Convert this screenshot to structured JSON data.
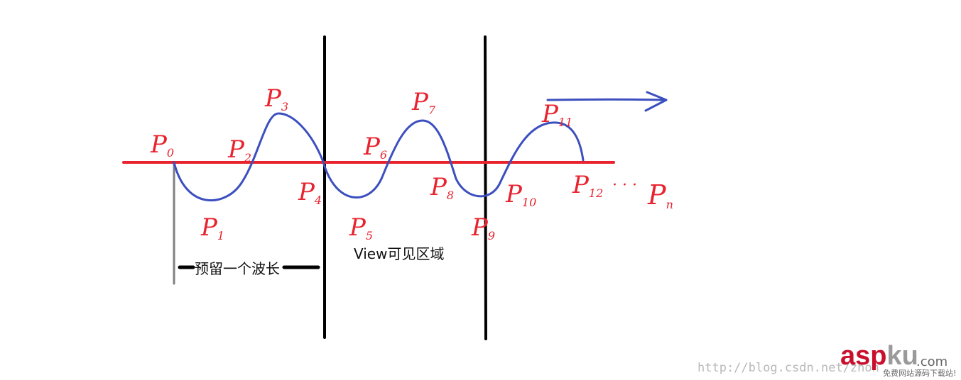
{
  "colors": {
    "axis": "#e8232e",
    "wave": "#3c4fbf",
    "divider": "#000000",
    "reserve_marker": "#808080",
    "label": "#e8232e",
    "brand_red": "#c8102e",
    "brand_gray": "#9a9a9a"
  },
  "points": [
    {
      "id": "p0",
      "label": "P",
      "sub": "0"
    },
    {
      "id": "p1",
      "label": "P",
      "sub": "1"
    },
    {
      "id": "p2",
      "label": "P",
      "sub": "2"
    },
    {
      "id": "p3",
      "label": "P",
      "sub": "3"
    },
    {
      "id": "p4",
      "label": "P",
      "sub": "4"
    },
    {
      "id": "p5",
      "label": "P",
      "sub": "5"
    },
    {
      "id": "p6",
      "label": "P",
      "sub": "6"
    },
    {
      "id": "p7",
      "label": "P",
      "sub": "7"
    },
    {
      "id": "p8",
      "label": "P",
      "sub": "8"
    },
    {
      "id": "p9",
      "label": "P",
      "sub": "9"
    },
    {
      "id": "p10",
      "label": "P",
      "sub": "10"
    },
    {
      "id": "p11",
      "label": "P",
      "sub": "11"
    },
    {
      "id": "p12",
      "label": "P",
      "sub": "12"
    },
    {
      "id": "pn",
      "label": "P",
      "sub": "n"
    }
  ],
  "ellipsis": "· · ·",
  "labels": {
    "reserve": "预留一个波长",
    "visible": "View可见区域"
  },
  "watermark": {
    "url": "http://blog.csdn.net/zhon",
    "brand_red": "asp",
    "brand_gray": "ku",
    "brand_suffix": ".com",
    "sub": "免费网站源码下载站!"
  }
}
